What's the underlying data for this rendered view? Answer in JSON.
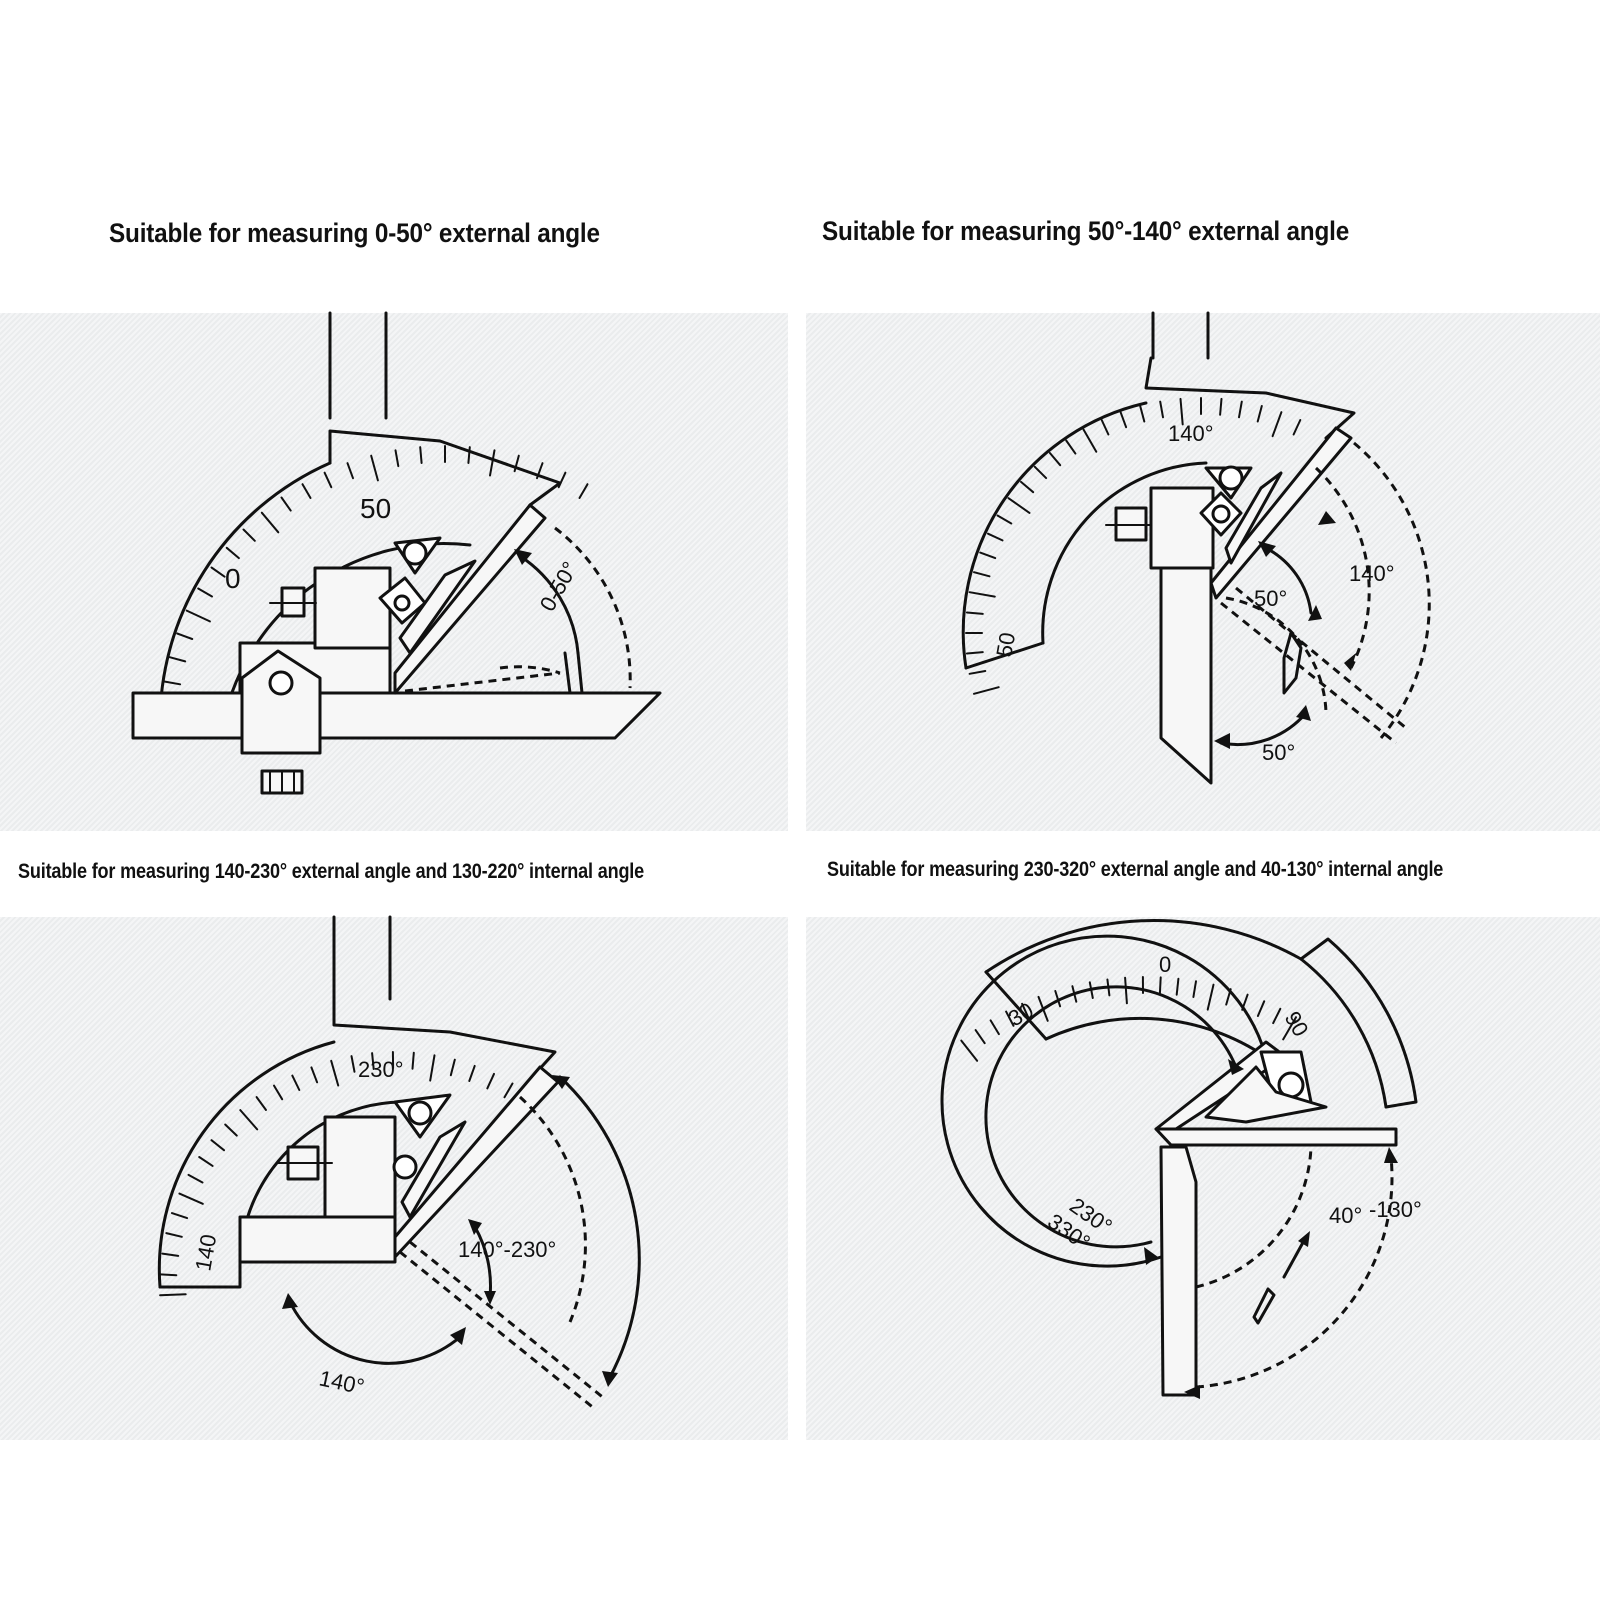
{
  "captions": {
    "top_left": "Suitable for measuring 0-50° external angle",
    "top_right": "Suitable for measuring 50°-140° external angle",
    "bottom_left": "Suitable for measuring 140-230° external angle and 130-220° internal angle",
    "bottom_right": "Suitable for measuring 230-320° external angle and 40-130° internal angle"
  },
  "diagram_tl": {
    "scale_50": "50",
    "scale_0": "0",
    "range": "0-50°"
  },
  "diagram_tr": {
    "scale_140": "140°",
    "scale_50": "50",
    "angle_50a": "50°",
    "angle_140": "140°",
    "angle_50b": "50°"
  },
  "diagram_bl": {
    "scale_230": "230°",
    "scale_140": "140",
    "range": "140°-230°",
    "angle_140": "140°"
  },
  "diagram_br": {
    "scale_30": "30",
    "scale_0": "0",
    "scale_90": "90",
    "angle_230": "230°",
    "angle_330": "330°",
    "angle_40": "40°",
    "angle_130": "-130°"
  }
}
